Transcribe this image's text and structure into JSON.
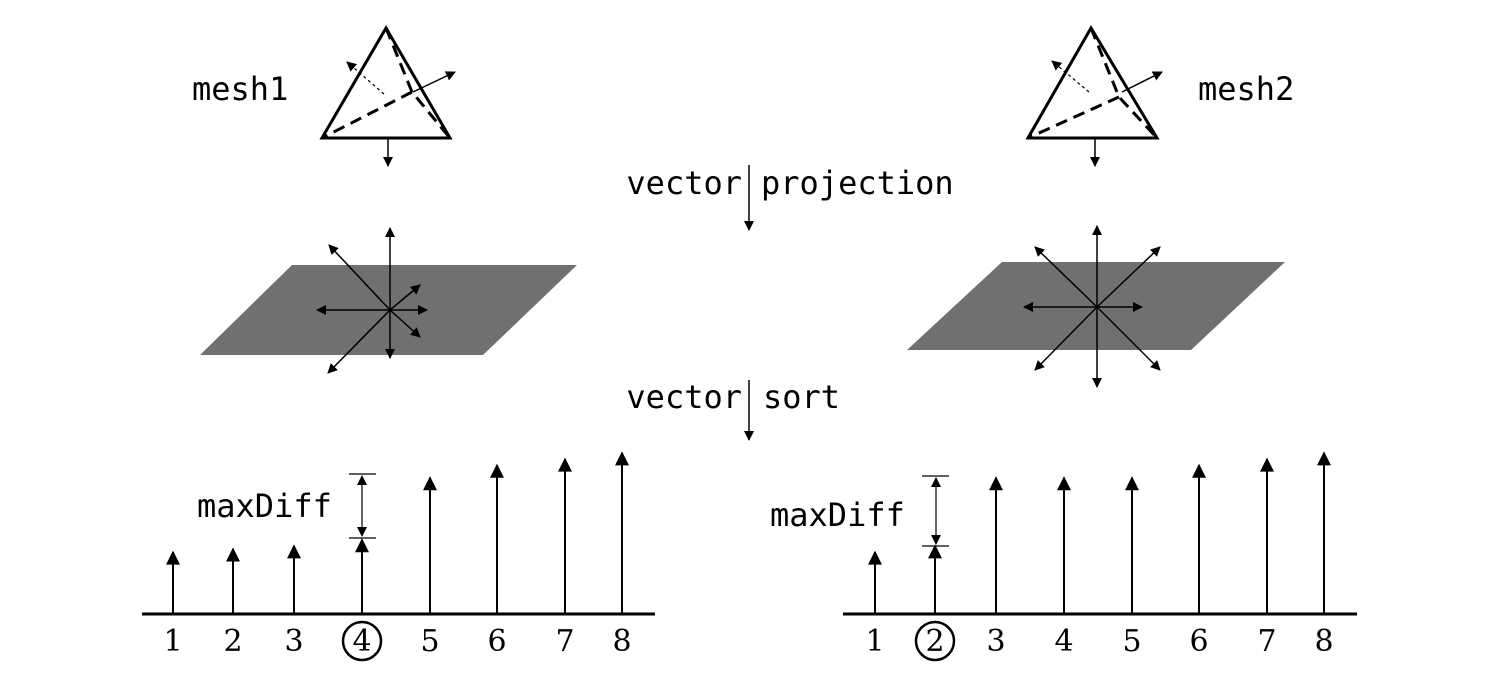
{
  "labels": {
    "mesh_left": "mesh1",
    "mesh_right": "mesh2",
    "step_projection_left": "vector",
    "step_projection_right": "projection",
    "step_sort_left": "vector",
    "step_sort_right": "sort",
    "maxdiff_left": "maxDiff",
    "maxdiff_right": "maxDiff"
  },
  "colors": {
    "plane": "#707070",
    "ink": "#000000"
  },
  "left_sorted": {
    "indices": [
      "1",
      "2",
      "3",
      "4",
      "5",
      "6",
      "7",
      "8"
    ],
    "heights": [
      1.0,
      1.05,
      1.1,
      1.2,
      2.2,
      2.4,
      2.5,
      2.6
    ],
    "circled_index": 3
  },
  "right_sorted": {
    "indices": [
      "1",
      "2",
      "3",
      "4",
      "5",
      "6",
      "7",
      "8"
    ],
    "heights": [
      1.0,
      1.1,
      2.2,
      2.2,
      2.2,
      2.4,
      2.5,
      2.6
    ],
    "circled_index": 1
  }
}
